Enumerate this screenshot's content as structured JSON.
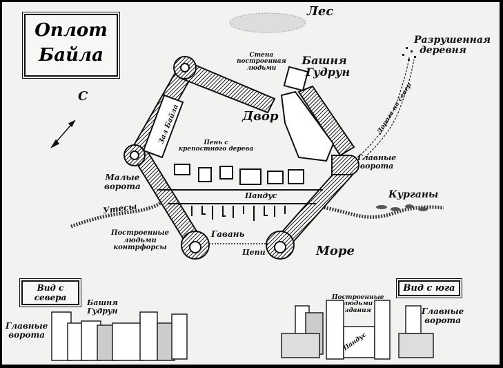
{
  "title": {
    "line1": "Оплот",
    "line2": "Байла"
  },
  "compass": {
    "north": "С"
  },
  "labels": {
    "forest": "Лес",
    "ruined_village": [
      "Разрушенная",
      "деревня"
    ],
    "road_north": "Дорога на север",
    "wall_built_by_people": [
      "Стена",
      "построенная",
      "людьми"
    ],
    "gudrun_tower": [
      "Башня",
      "Гудрун"
    ],
    "courtyard": "Двор",
    "bail_hall": "Зал Байла",
    "stump": [
      "Пень с",
      "крепостного дерева"
    ],
    "main_gate": [
      "Главные",
      "ворота"
    ],
    "small_gate": [
      "Малые",
      "ворота"
    ],
    "ramp": "Пандус",
    "cliffs": "Утесы",
    "barrows": "Курганы",
    "buttresses": [
      "Построенные",
      "людьми",
      "контрфорсы"
    ],
    "harbor": "Гавань",
    "chains": "Цепи",
    "sea": "Море"
  },
  "north_view": {
    "title": "Вид с севера",
    "tower": [
      "Башня",
      "Гудрун"
    ],
    "gate": [
      "Главные",
      "ворота"
    ]
  },
  "south_view": {
    "title": "Вид с юга",
    "buildings": [
      "Построенные",
      "людьми",
      "здания"
    ],
    "ramp": "Пандус",
    "gate": [
      "Главные",
      "ворота"
    ]
  }
}
